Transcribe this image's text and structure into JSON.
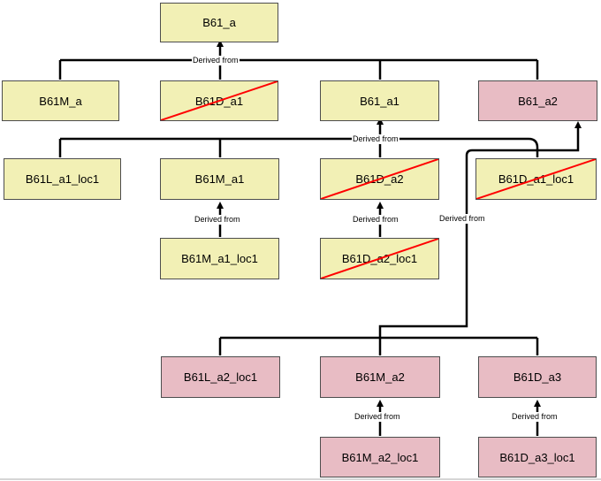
{
  "diagram": {
    "colors": {
      "yellow_fill": "#f2f0b5",
      "pink_fill": "#e8bcc4",
      "border": "#4d4d4d",
      "line": "#000000",
      "strike": "#ff0000"
    },
    "nodes": {
      "b61_a": {
        "label": "B61_a",
        "color": "yellow",
        "struck": false
      },
      "b61m_a": {
        "label": "B61M_a",
        "color": "yellow",
        "struck": false
      },
      "b61d_a1": {
        "label": "B61D_a1",
        "color": "yellow",
        "struck": true
      },
      "b61_a1": {
        "label": "B61_a1",
        "color": "yellow",
        "struck": false
      },
      "b61_a2": {
        "label": "B61_a2",
        "color": "pink",
        "struck": false
      },
      "b61l_a1_loc1": {
        "label": "B61L_a1_loc1",
        "color": "yellow",
        "struck": false
      },
      "b61m_a1": {
        "label": "B61M_a1",
        "color": "yellow",
        "struck": false
      },
      "b61d_a2": {
        "label": "B61D_a2",
        "color": "yellow",
        "struck": true
      },
      "b61d_a1_loc1": {
        "label": "B61D_a1_loc1",
        "color": "yellow",
        "struck": true
      },
      "b61m_a1_loc1": {
        "label": "B61M_a1_loc1",
        "color": "yellow",
        "struck": false
      },
      "b61d_a2_loc1": {
        "label": "B61D_a2_loc1",
        "color": "yellow",
        "struck": true
      },
      "b61l_a2_loc1": {
        "label": "B61L_a2_loc1",
        "color": "pink",
        "struck": false
      },
      "b61m_a2": {
        "label": "B61M_a2",
        "color": "pink",
        "struck": false
      },
      "b61d_a3": {
        "label": "B61D_a3",
        "color": "pink",
        "struck": false
      },
      "b61m_a2_loc1": {
        "label": "B61M_a2_loc1",
        "color": "pink",
        "struck": false
      },
      "b61d_a3_loc1": {
        "label": "B61D_a3_loc1",
        "color": "pink",
        "struck": false
      }
    },
    "edge_labels": {
      "from_b61_a": "Derived from",
      "from_b61_a1": "Derived from",
      "from_b61m_a1": "Derived from",
      "from_b61d_a2": "Derived from",
      "from_b61_a2": "Derived from",
      "from_b61m_a2": "Derived from",
      "from_b61d_a3": "Derived from"
    }
  }
}
